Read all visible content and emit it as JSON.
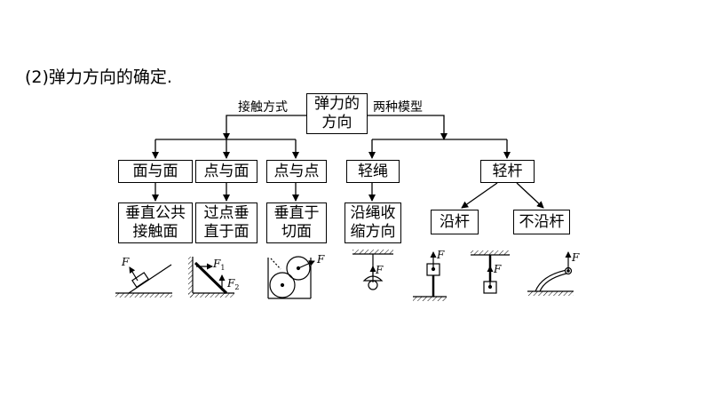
{
  "heading": "(2)弹力方向的确定.",
  "root": {
    "line1": "弹力的",
    "line2": "方向"
  },
  "branch_labels": {
    "contact": "接触方式",
    "models": "两种模型"
  },
  "contact_types": [
    {
      "title": "面与面",
      "direction_line1": "垂直公共",
      "direction_line2": "接触面"
    },
    {
      "title": "点与面",
      "direction_line1": "过点垂",
      "direction_line2": "直于面"
    },
    {
      "title": "点与点",
      "direction_line1": "垂直于",
      "direction_line2": "切面"
    }
  ],
  "models": {
    "rope": {
      "title": "轻绳",
      "direction_line1": "沿绳收",
      "direction_line2": "缩方向"
    },
    "rod": {
      "title": "轻杆",
      "options": [
        "沿杆",
        "不沿杆"
      ]
    }
  },
  "force_labels": {
    "F": "F",
    "F1": "F",
    "F1_sub": "1",
    "F2": "F",
    "F2_sub": "2"
  }
}
